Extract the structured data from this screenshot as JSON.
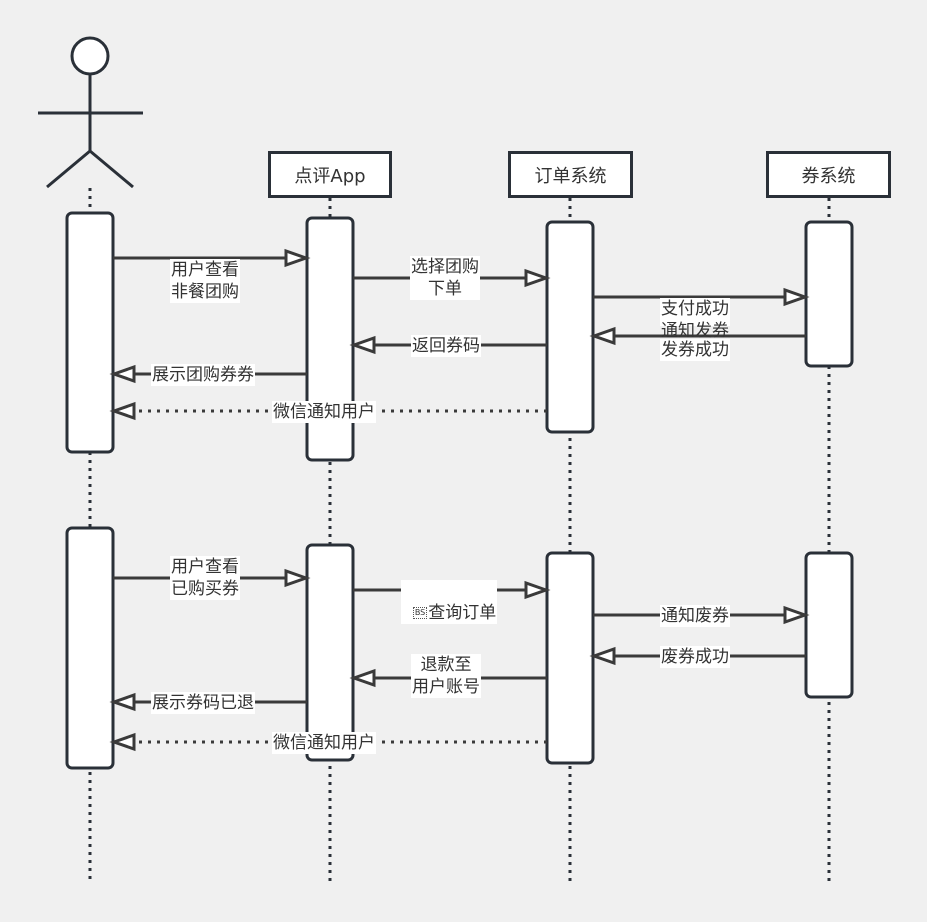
{
  "diagram": {
    "type": "sequence",
    "participants": [
      {
        "id": "user",
        "kind": "actor",
        "label": ""
      },
      {
        "id": "app",
        "kind": "box",
        "label": "点评App"
      },
      {
        "id": "order",
        "kind": "box",
        "label": "订单系统"
      },
      {
        "id": "coupon",
        "kind": "box",
        "label": "券系统"
      }
    ],
    "messages": [
      {
        "from": "user",
        "to": "app",
        "style": "solid",
        "label": "用户查看\n非餐团购"
      },
      {
        "from": "app",
        "to": "order",
        "style": "solid",
        "label": "选择团购\n下单"
      },
      {
        "from": "order",
        "to": "coupon",
        "style": "solid",
        "label": "支付成功\n通知发券"
      },
      {
        "from": "coupon",
        "to": "order",
        "style": "solid",
        "label": "发券成功"
      },
      {
        "from": "order",
        "to": "app",
        "style": "solid",
        "label": "返回券码"
      },
      {
        "from": "app",
        "to": "user",
        "style": "solid",
        "label": "展示团购券券"
      },
      {
        "from": "order",
        "to": "user",
        "style": "dotted",
        "label": "微信通知用户"
      },
      {
        "from": "user",
        "to": "app",
        "style": "solid",
        "label": "用户查看\n已购买券"
      },
      {
        "from": "app",
        "to": "order",
        "style": "solid",
        "label": "查询订单",
        "prefix_glyph": "BS"
      },
      {
        "from": "order",
        "to": "coupon",
        "style": "solid",
        "label": "通知废券"
      },
      {
        "from": "coupon",
        "to": "order",
        "style": "solid",
        "label": "废券成功"
      },
      {
        "from": "order",
        "to": "app",
        "style": "solid",
        "label": "退款至\n用户账号"
      },
      {
        "from": "app",
        "to": "user",
        "style": "solid",
        "label": "展示券码已退"
      },
      {
        "from": "order",
        "to": "user",
        "style": "dotted",
        "label": "微信通知用户"
      }
    ]
  },
  "colors": {
    "background": "#f0f0f0",
    "box_border": "#2a3038",
    "message_line": "#3a3a3a",
    "text": "#333333"
  }
}
